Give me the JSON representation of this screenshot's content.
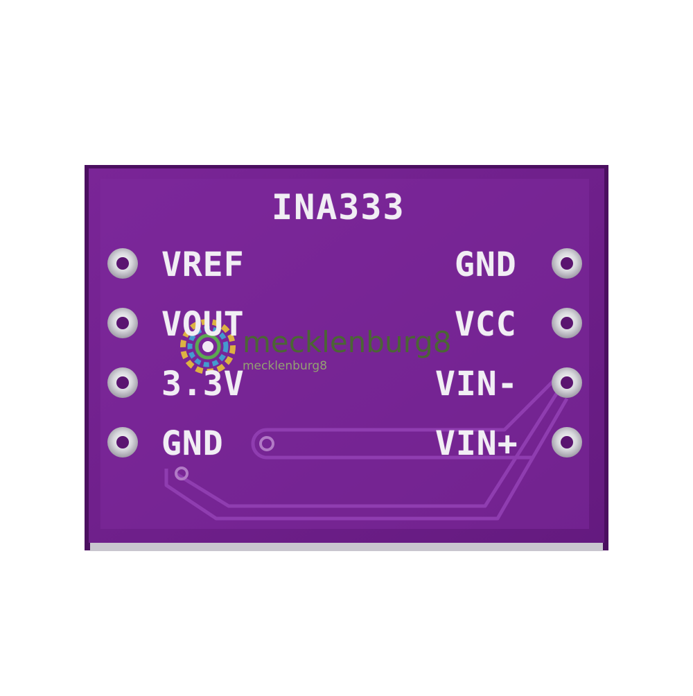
{
  "board": {
    "title": "INA333",
    "left_pins": [
      "VREF",
      "VOUT",
      "3.3V",
      "GND"
    ],
    "right_pins": [
      "GND",
      "VCC",
      "VIN-",
      "VIN+"
    ],
    "pcb_color": "#6a1d86",
    "silkscreen_color": "#f1eef4"
  },
  "watermark": {
    "main": "mecklenburg8",
    "sub": "mecklenburg8"
  }
}
